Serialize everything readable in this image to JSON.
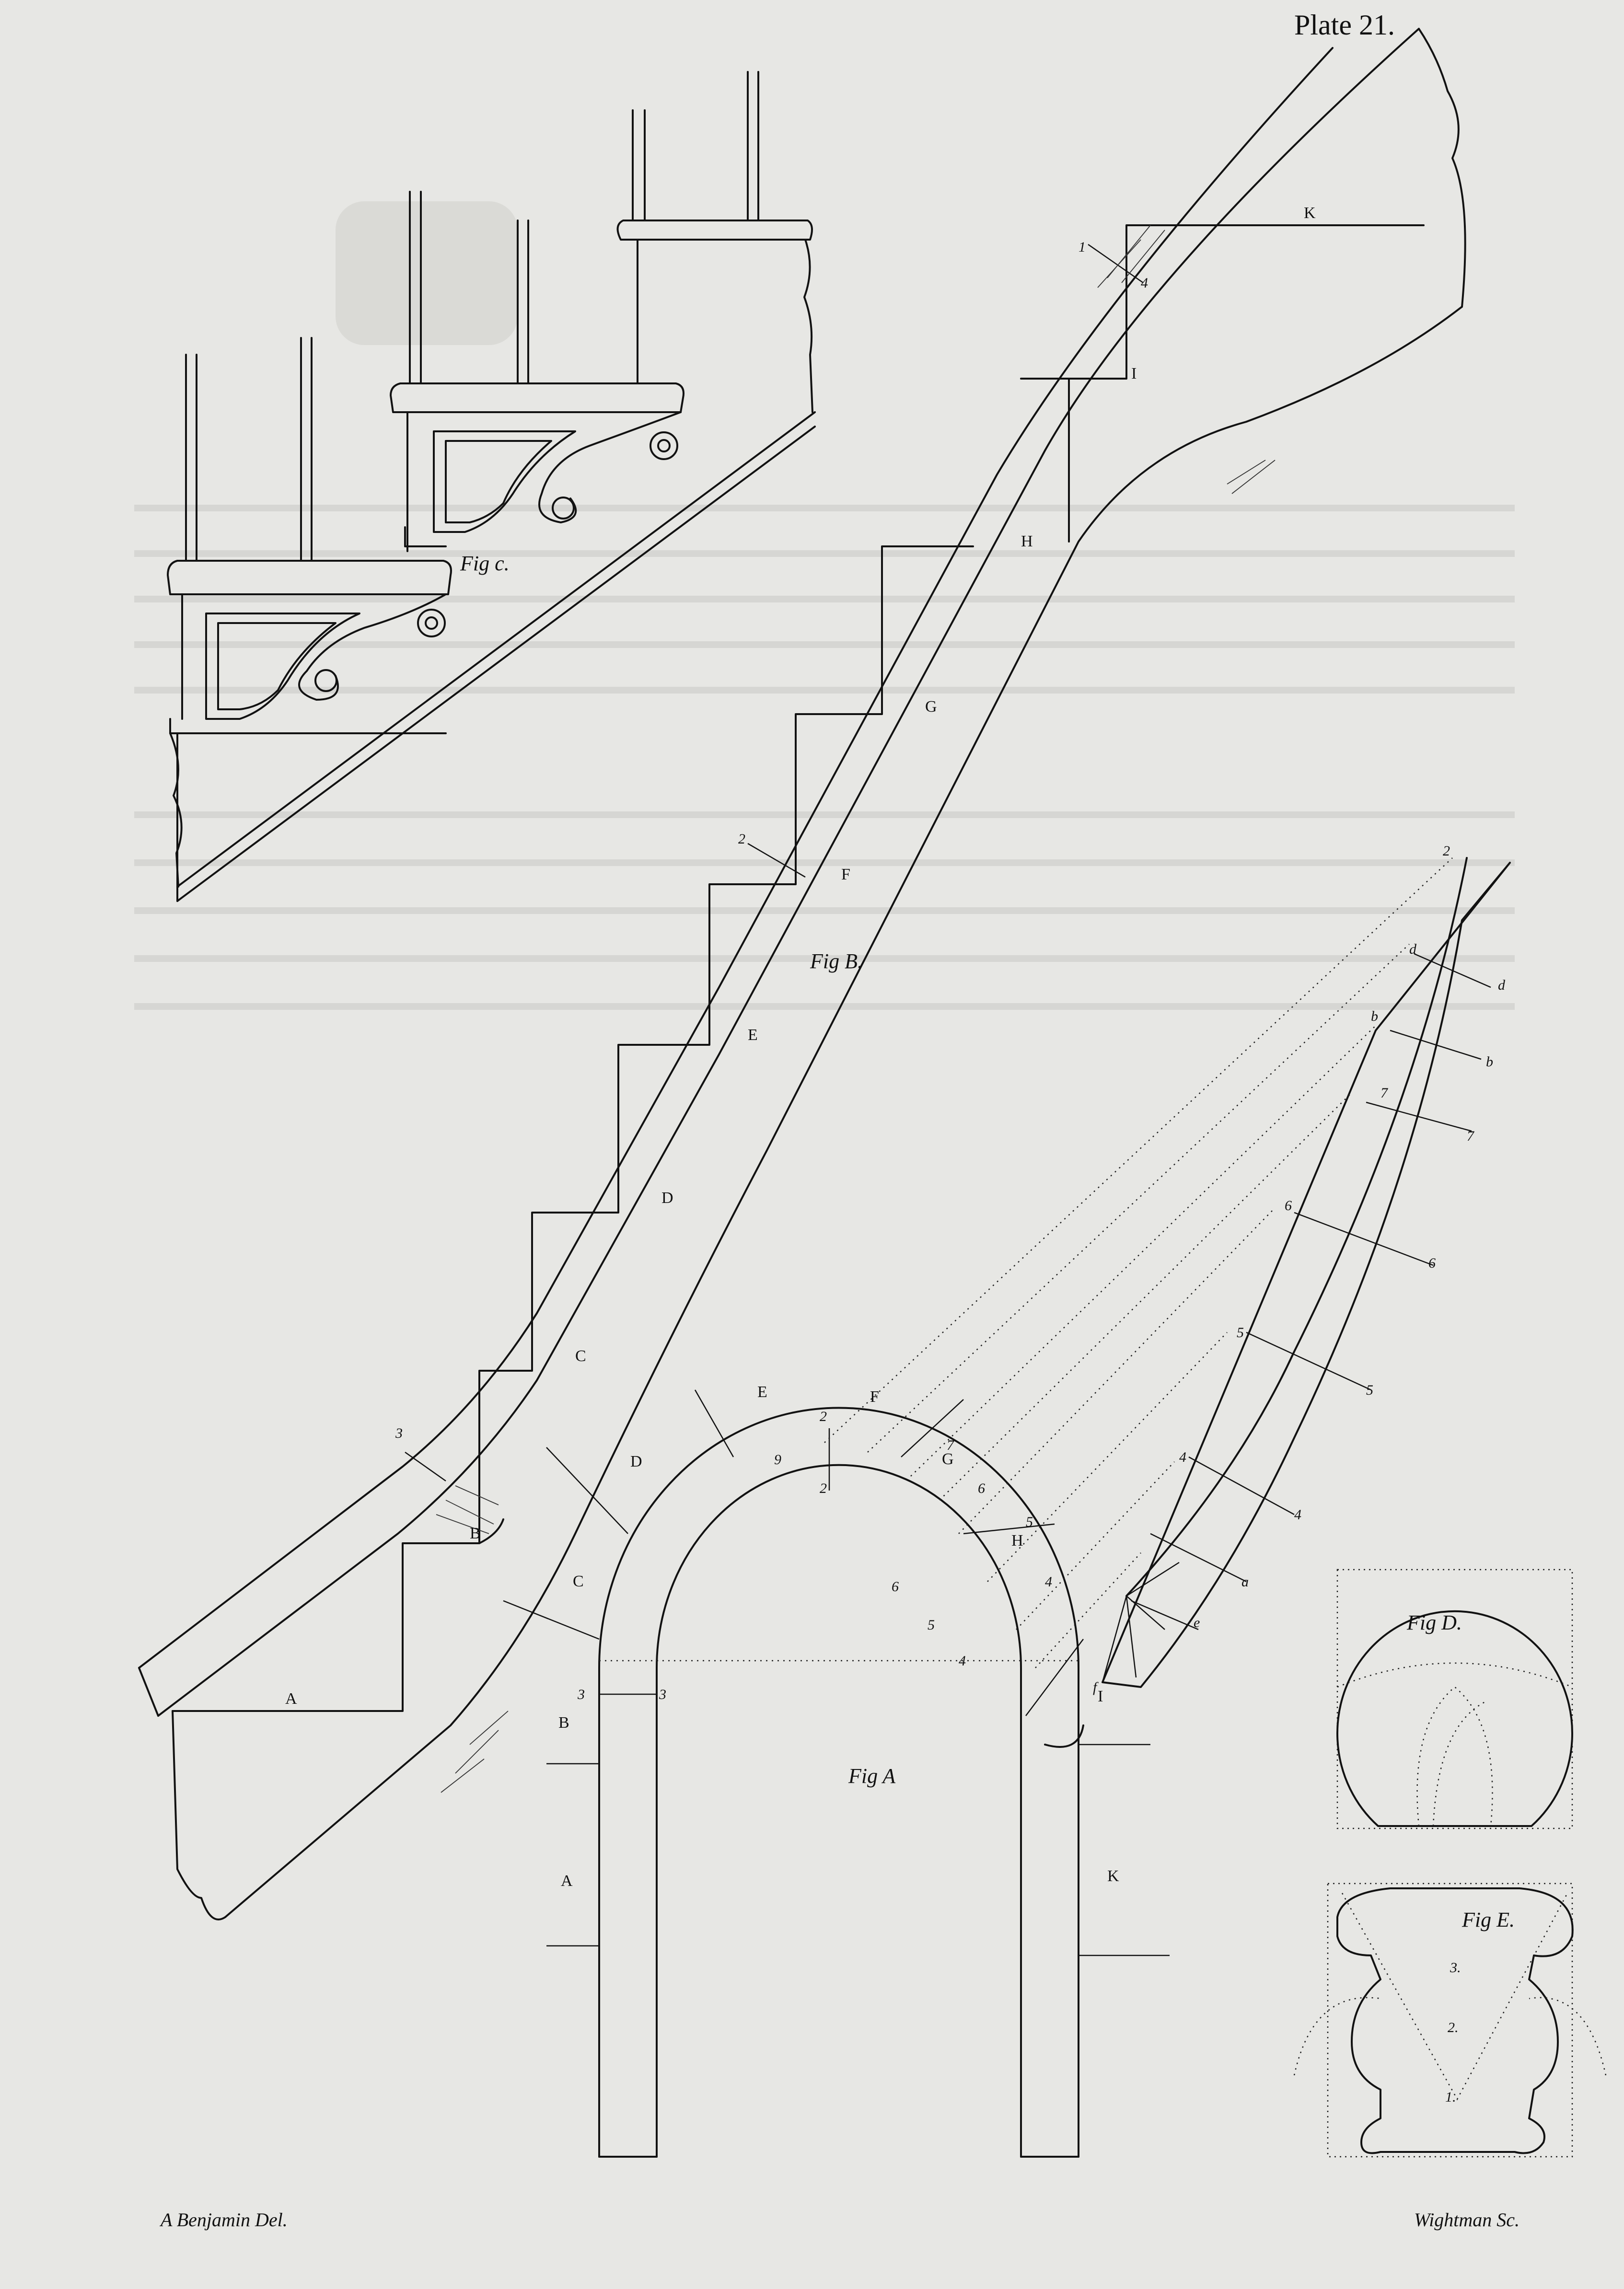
{
  "plate": {
    "title": "Plate 21."
  },
  "credits": {
    "left": "A Benjamin Del.",
    "right": "Wightman Sc."
  },
  "figures": {
    "fig_a": "Fig A",
    "fig_b": "Fig B.",
    "fig_c": "Fig c.",
    "fig_d": "Fig D.",
    "fig_e": "Fig E."
  },
  "stair_steps": [
    "A",
    "B",
    "C",
    "D",
    "E",
    "F",
    "G",
    "H",
    "I",
    "K"
  ],
  "fig_a_labels": {
    "left_jamb": "A",
    "right_jamb": "K",
    "radials": [
      "B",
      "C",
      "D",
      "E",
      "F",
      "G",
      "H",
      "I"
    ]
  },
  "fig_b_numbers": [
    "1",
    "2",
    "3",
    "4"
  ],
  "fig_a_numbers": [
    "2",
    "3",
    "4",
    "5",
    "6",
    "7",
    "9"
  ],
  "curve_letters": [
    "a",
    "b",
    "d",
    "e",
    "f"
  ],
  "fig_e_numbers": [
    "1.",
    "2.",
    "3."
  ]
}
